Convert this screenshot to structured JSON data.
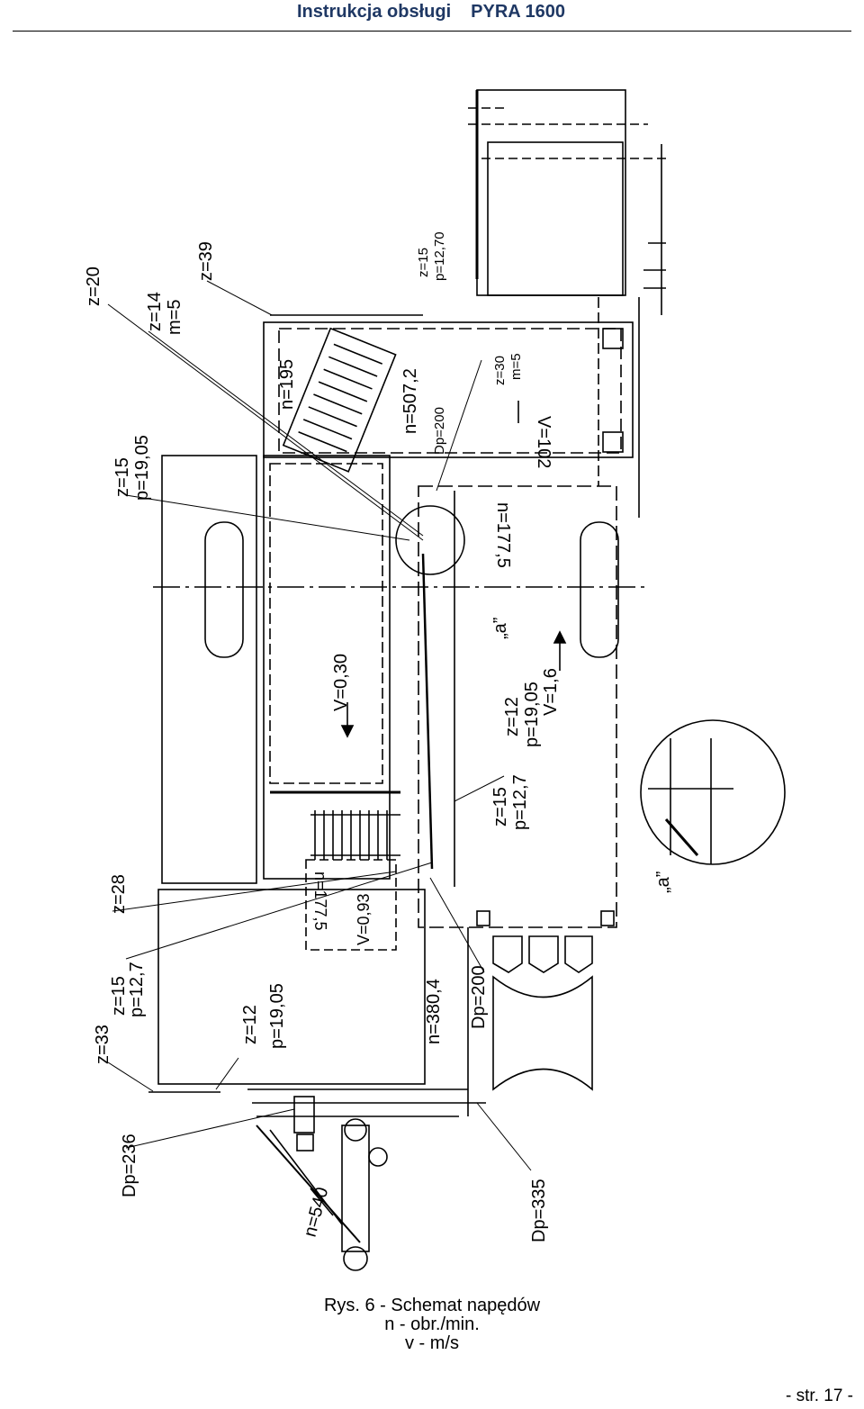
{
  "header": {
    "title_left": "Instrukcja obsługi",
    "title_right": "PYRA 1600"
  },
  "drawing": {
    "labels": {
      "z20": "z=20",
      "z14": "z=14",
      "m5": "m=5",
      "z39": "z=39",
      "z15a": "z=15",
      "p1270": "p=12,70",
      "n195": "n=195",
      "n5072": "n=507,2",
      "dp200a": "Dp=200",
      "z30": "z=30",
      "m5b": "m=5",
      "v102": "V=102",
      "z15b": "z=15",
      "p1905a": "p=19,05",
      "n1775a": "n=177,5",
      "a_quote_1": "„a”",
      "v030": "V=0,30",
      "z12a": "z=12",
      "p1905b": "p=19,05",
      "v16": "V=1,6",
      "z15c": "z=15",
      "p127": "p=12,7",
      "z28": "z=28",
      "n1775b": "n=177,5",
      "v093": "V=0,93",
      "z15d": "z=15",
      "p127b": "p=12,7",
      "z12b": "z=12",
      "p1905c": "p=19,05",
      "n3804": "n=380,4",
      "dp200b": "Dp=200",
      "z33": "z=33",
      "dp236": "Dp=236",
      "n540": "n=540",
      "dp335": "Dp=335",
      "a_quote_2": "„a”"
    }
  },
  "caption": {
    "line1": "Rys. 6 - Schemat napędów",
    "line2": "n - obr./min.",
    "line3": "v - m/s"
  },
  "footer": {
    "page": "- str. 17 -"
  }
}
